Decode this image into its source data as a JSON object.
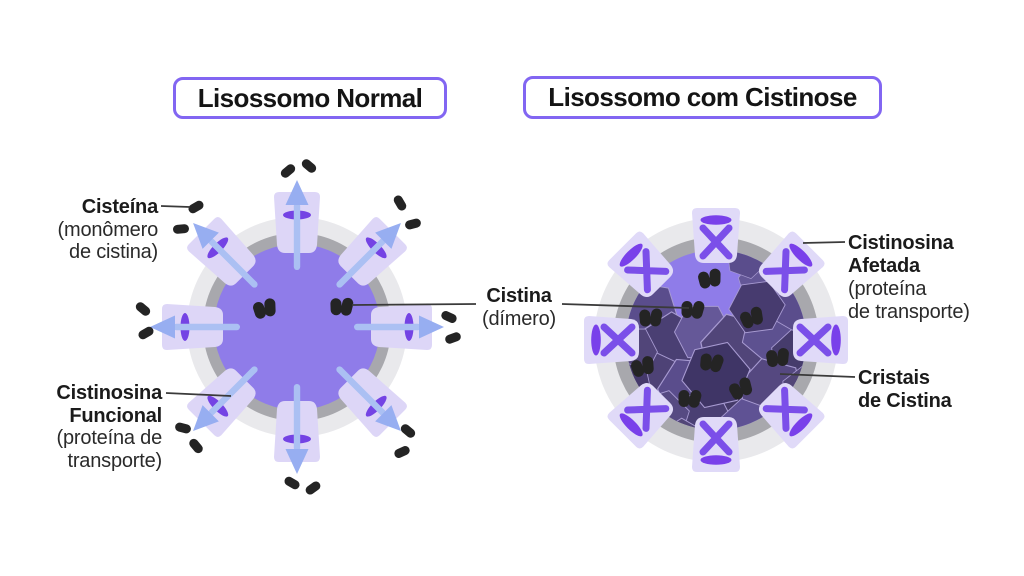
{
  "titles": {
    "left": "Lisossomo Normal",
    "right": "Lisossomo com Cistinose"
  },
  "labels": {
    "cysteine": {
      "line1": "Cisteína",
      "line2": "(monômero",
      "line3": "de cistina)"
    },
    "functional_cystinosin": {
      "line1": "Cistinosina",
      "line2": "Funcional",
      "line3": "(proteína de",
      "line4": "transporte)"
    },
    "cystine": {
      "line1": "Cistina",
      "line2": "(dímero)"
    },
    "affected_cystinosin": {
      "line1": "Cistinosina",
      "line2": "Afetada",
      "line3": "(proteína",
      "line4": "de transporte)"
    },
    "crystals": {
      "line1": "Cristais",
      "line2": "de Cistina"
    }
  },
  "icons": {
    "transport_arrow": "outward light-blue arrow through transporter",
    "blocked_x": "purple X mark on non-functional transporter",
    "channel_opening": "purple ellipse pore on transporter",
    "cysteine_monomer": "small black capsule",
    "cystine_dimer": "double black capsule",
    "cystine_crystal": "dark purple hexagonal crystal"
  },
  "colors": {
    "accent_purple": "#8266f2",
    "lysosome_interior": "#8f7ce9",
    "membrane_outer": "#e9e9ec",
    "membrane_inner": "#a8a8ad",
    "transporter_body": "#ddd6f7",
    "transporter_channel": "#7443e4",
    "transport_arrow_blue": "#abc0f3",
    "blocked_x_purple": "#7b4fe9",
    "cystine_crystal_dark": "#4a3f73",
    "molecule_black": "#242424",
    "leader_line": "#3a3a3a",
    "title_text": "#141414"
  }
}
